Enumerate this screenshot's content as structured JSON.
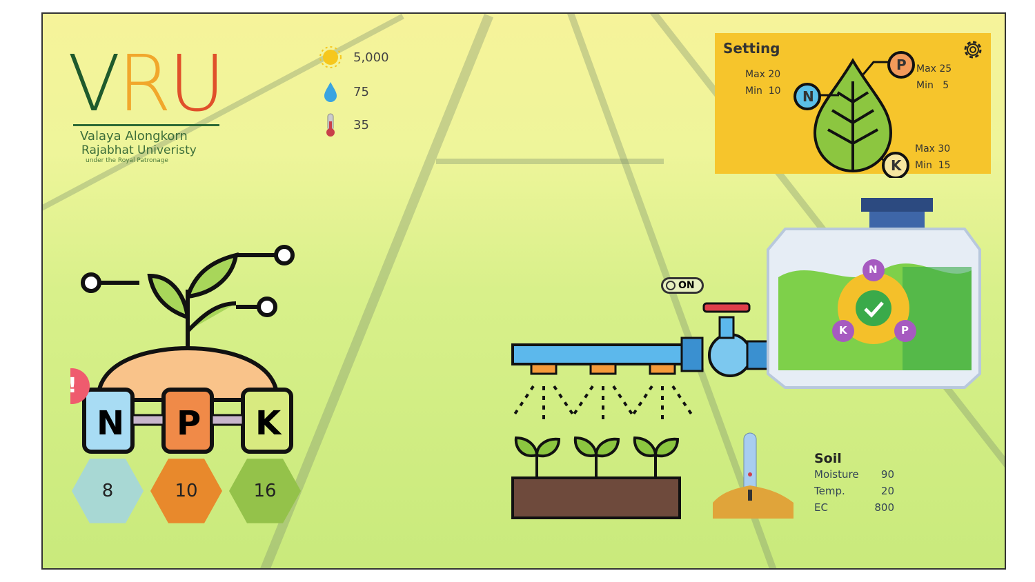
{
  "logo": {
    "letters": [
      "V",
      "R",
      "U"
    ],
    "line1": "Valaya Alongkorn",
    "line2": "Rajabhat Univeristy",
    "line3": "under the Royal Patronage"
  },
  "weather": {
    "light": "5,000",
    "humidity": "75",
    "temperature": "35"
  },
  "setting": {
    "title": "Setting",
    "n": {
      "label": "N",
      "max": "Max 20",
      "min": "Min  10"
    },
    "p": {
      "label": "P",
      "max": "Max 25",
      "min": "Min   5"
    },
    "k": {
      "label": "K",
      "max": "Max 30",
      "min": "Min  15"
    }
  },
  "npk": {
    "n_label": "N",
    "p_label": "P",
    "k_label": "K",
    "n_value": "8",
    "p_value": "10",
    "k_value": "16",
    "alert": "!"
  },
  "pump": {
    "switch_label": "ON"
  },
  "tank": {
    "n": "N",
    "p": "P",
    "k": "K"
  },
  "soil": {
    "title": "Soil",
    "rows": [
      {
        "label": "Moisture",
        "value": "90"
      },
      {
        "label": "Temp.",
        "value": "20"
      },
      {
        "label": "EC",
        "value": "800"
      }
    ]
  },
  "colors": {
    "setting_bg": "#f6c52c",
    "n": "#5bc0e8",
    "p": "#f39a5a",
    "k": "#f7e6a0"
  }
}
